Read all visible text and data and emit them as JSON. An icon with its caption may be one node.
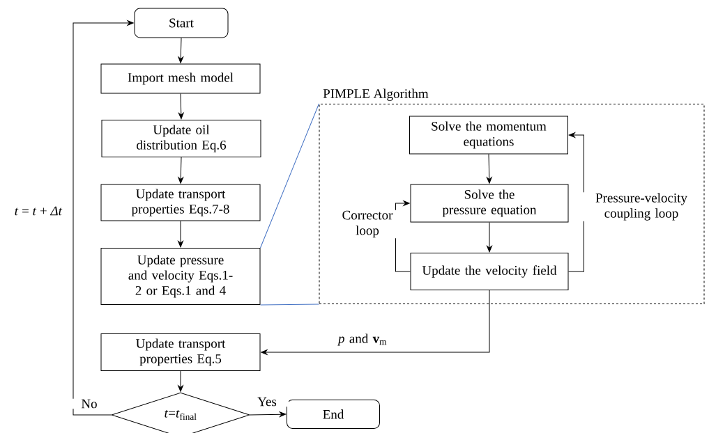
{
  "diagram": {
    "nodes": [
      {
        "text": [
          "Start"
        ]
      },
      {
        "text": [
          "Import mesh model"
        ]
      },
      {
        "text": [
          "Update oil distribution Eq.6"
        ]
      },
      {
        "text": [
          "Update transport properties Eqs.7-8"
        ]
      },
      {
        "text": [
          "Update pressure and velocity Eqs.1-2 or Eqs.1 and 4"
        ]
      },
      {
        "text": [
          "PIMPLE Algorithm"
        ]
      },
      {
        "text": [
          "Solve the momentum equations"
        ],
        "in": 5
      },
      {
        "text": [
          "Solve the pressure equation"
        ],
        "in": 5
      },
      {
        "text": [
          "Update the velocity field"
        ],
        "in": 5
      },
      {
        "text": [
          "Update transport properties Eq.5"
        ]
      },
      {
        "text": [
          "*t*=*t*$_{final}$"
        ]
      },
      {
        "text": [
          "End"
        ]
      }
    ],
    "edges": [
      {
        "from": 0,
        "to": 1,
        "arrow": "to"
      },
      {
        "from": 1,
        "to": 2,
        "arrow": "to"
      },
      {
        "from": 2,
        "to": 3,
        "arrow": "to"
      },
      {
        "from": 3,
        "to": 4,
        "arrow": "to"
      },
      {
        "from": 4,
        "to": 5,
        "arrow": "none",
        "color": "#4472c4"
      },
      {
        "from": 4,
        "to": 5,
        "arrow": "none",
        "color": "#4472c4"
      },
      {
        "from": 6,
        "to": 7,
        "arrow": "to"
      },
      {
        "from": 7,
        "to": 8,
        "arrow": "to"
      },
      {
        "from": 8,
        "to": 7,
        "arrow": "to",
        "label": "Corrector loop"
      },
      {
        "from": 8,
        "to": 6,
        "arrow": "to",
        "label": "Pressure-velocity coupling loop"
      },
      {
        "from": 8,
        "to": 9,
        "arrow": "to",
        "label": "*p* and **v**$_{m}$"
      },
      {
        "from": 9,
        "to": 10,
        "arrow": "to"
      },
      {
        "from": 10,
        "to": 11,
        "arrow": "to",
        "label": "Yes"
      },
      {
        "from": 10,
        "to": 0,
        "arrow": "to",
        "label": "No"
      }
    ],
    "labels": [
      "*t* = *t* + *Δt*"
    ]
  }
}
